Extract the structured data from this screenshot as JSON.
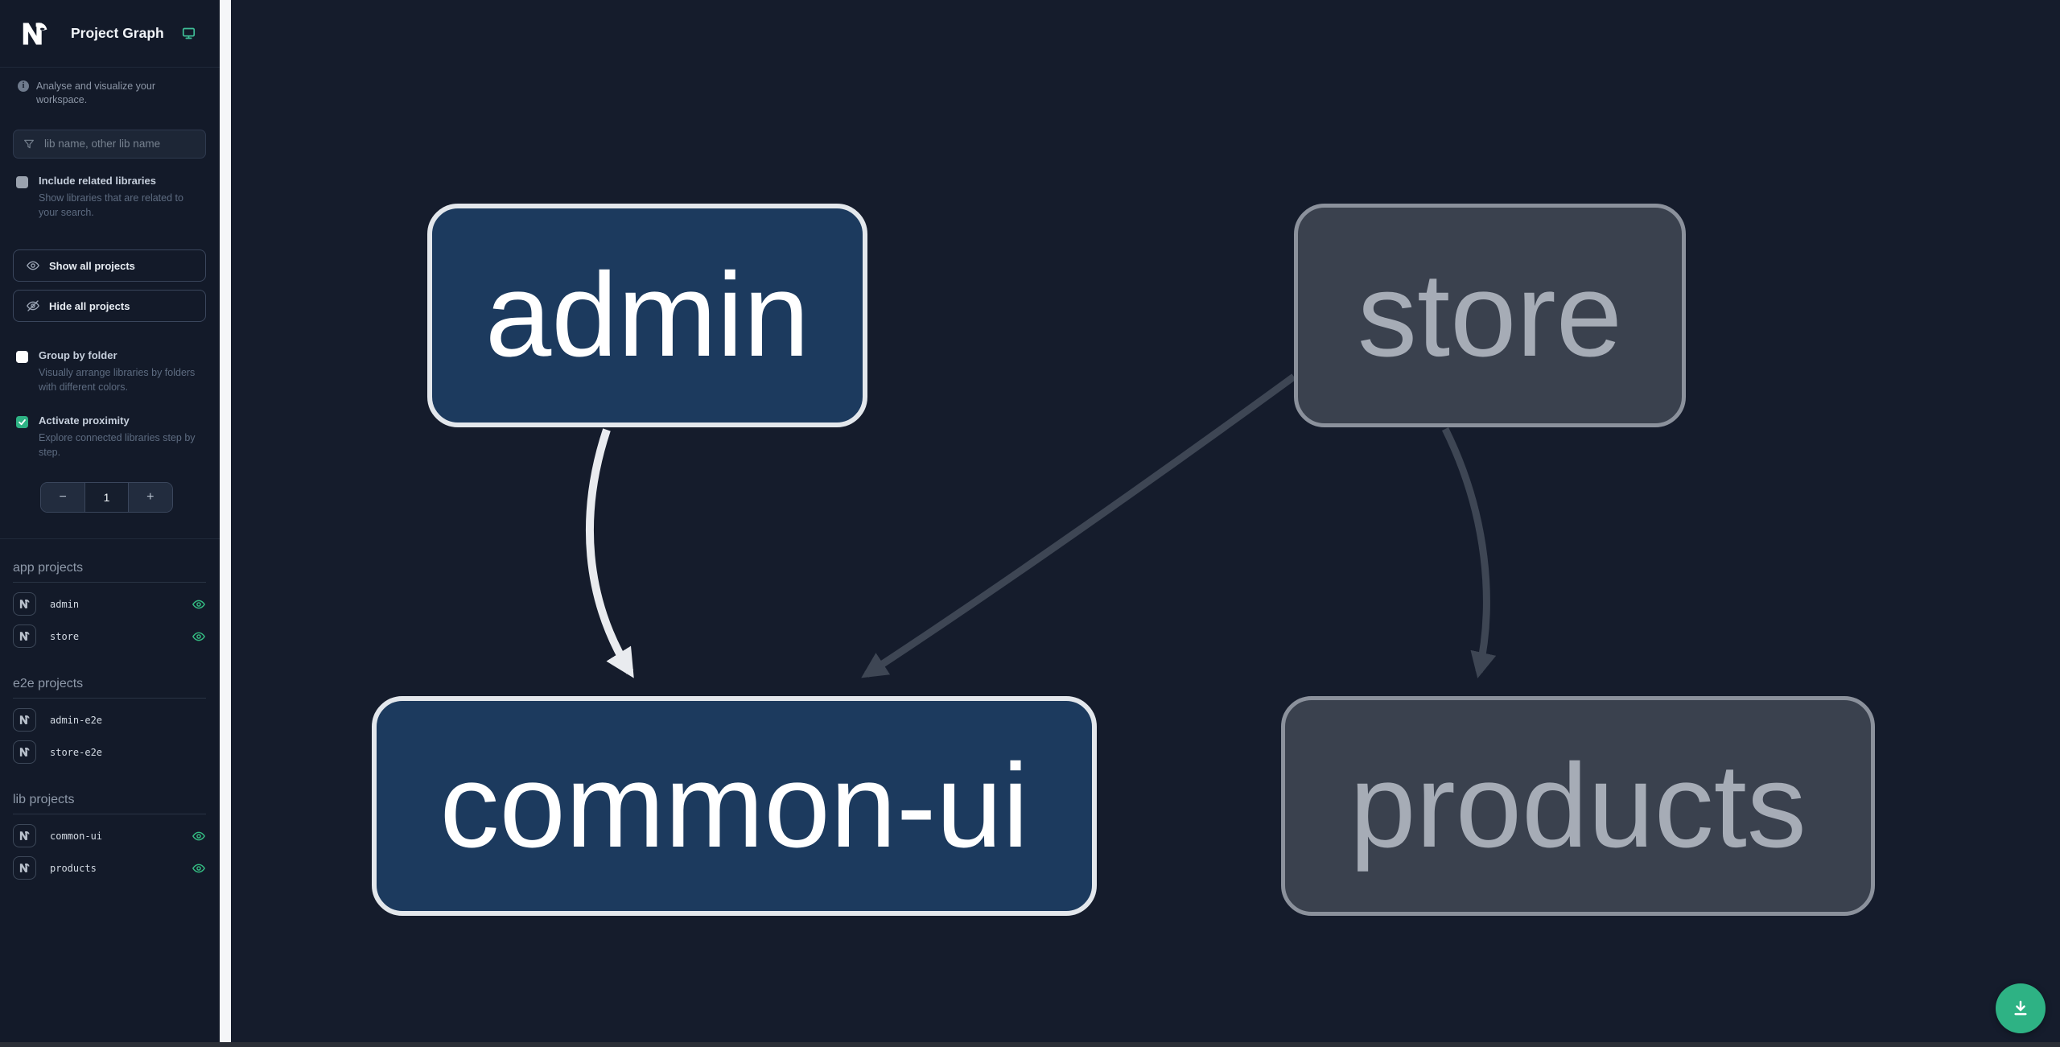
{
  "header": {
    "title": "Project Graph"
  },
  "subtitle": "Analyse and visualize your workspace.",
  "search": {
    "placeholder": "lib name, other lib name"
  },
  "options": {
    "include_related": {
      "label": "Include related libraries",
      "description": "Show libraries that are related to your search.",
      "checked": false,
      "disabled": true
    },
    "group_by_folder": {
      "label": "Group by folder",
      "description": "Visually arrange libraries by folders with different colors.",
      "checked": false
    },
    "activate_proximity": {
      "label": "Activate proximity",
      "description": "Explore connected libraries step by step.",
      "checked": true
    }
  },
  "buttons": {
    "show_all": "Show all projects",
    "hide_all": "Hide all projects"
  },
  "stepper": {
    "decrement": "−",
    "value": "1",
    "increment": "+"
  },
  "sections": [
    {
      "title": "app projects",
      "items": [
        {
          "name": "admin",
          "visible": true
        },
        {
          "name": "store",
          "visible": true
        }
      ]
    },
    {
      "title": "e2e projects",
      "items": [
        {
          "name": "admin-e2e"
        },
        {
          "name": "store-e2e"
        }
      ]
    },
    {
      "title": "lib projects",
      "items": [
        {
          "name": "common-ui",
          "visible": true
        },
        {
          "name": "products",
          "visible": true
        }
      ]
    }
  ],
  "graph": {
    "nodes": [
      {
        "id": "admin",
        "label": "admin",
        "state": "focused"
      },
      {
        "id": "store",
        "label": "store",
        "state": "faded"
      },
      {
        "id": "common-ui",
        "label": "common-ui",
        "state": "focused"
      },
      {
        "id": "products",
        "label": "products",
        "state": "faded"
      }
    ],
    "edges": [
      {
        "source": "admin",
        "target": "common-ui",
        "state": "focused"
      },
      {
        "source": "store",
        "target": "common-ui",
        "state": "faded"
      },
      {
        "source": "store",
        "target": "products",
        "state": "faded"
      }
    ]
  },
  "colors": {
    "accent_green": "#2eb284",
    "eye_green": "#34bc82",
    "node_fill_focused": "#1c3a5e",
    "node_border_focused": "#e3e7ec",
    "node_fill_faded": "#3a414e",
    "node_border_faded": "#8b919c",
    "edge_focused": "#e9ebef",
    "edge_faded": "#3e4654",
    "sidebar_bg": "#131a29",
    "canvas_bg": "#151c2c"
  }
}
